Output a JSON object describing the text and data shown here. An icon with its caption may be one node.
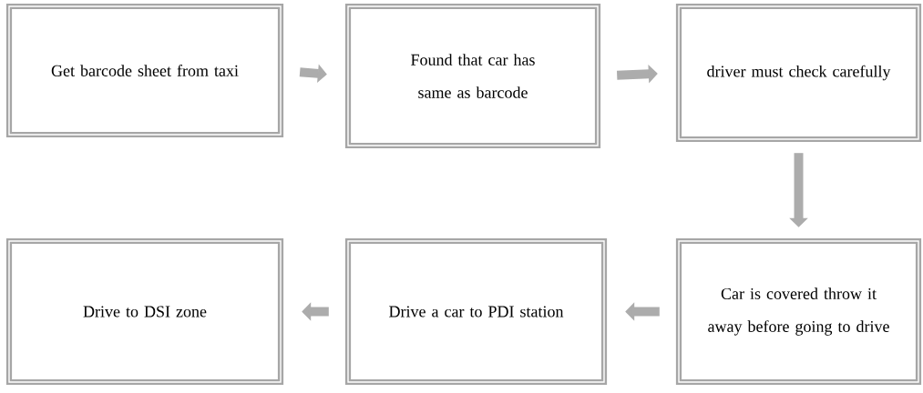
{
  "diagram": {
    "nodes": [
      {
        "text": [
          "Get barcode sheet from taxi"
        ]
      },
      {
        "text": [
          "Found that car has same as barcode"
        ]
      },
      {
        "text": [
          "driver must check carefully"
        ]
      },
      {
        "text": [
          "Car is covered throw it away before going to drive"
        ]
      },
      {
        "text": [
          "Drive a car to PDI station"
        ]
      },
      {
        "text": [
          "Drive to DSI zone"
        ]
      }
    ],
    "edges": [
      {
        "from": 0,
        "to": 1,
        "arrow": "to"
      },
      {
        "from": 1,
        "to": 2,
        "arrow": "to"
      },
      {
        "from": 2,
        "to": 3,
        "arrow": "to"
      },
      {
        "from": 3,
        "to": 4,
        "arrow": "to"
      },
      {
        "from": 4,
        "to": 5,
        "arrow": "to"
      }
    ]
  }
}
